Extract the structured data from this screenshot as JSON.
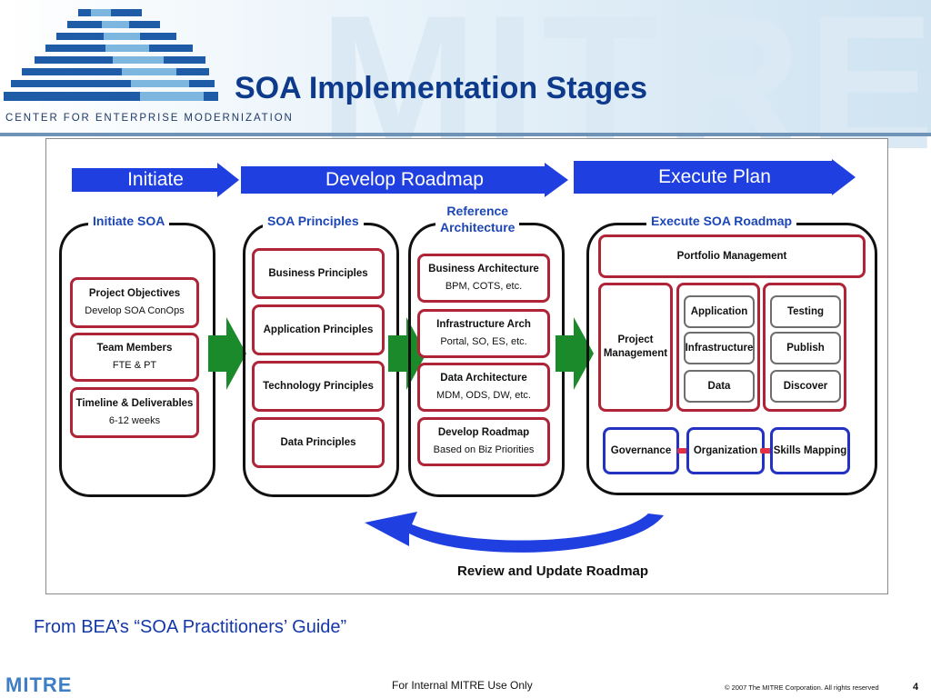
{
  "header": {
    "watermark": "MITRE",
    "org_name": "CENTER FOR ENTERPRISE MODERNIZATION",
    "title": "SOA Implementation Stages",
    "brand_color": "#0e3a8c"
  },
  "diagram": {
    "banners": [
      "Initiate",
      "Develop Roadmap",
      "Execute Plan"
    ],
    "initiate": {
      "title": "Initiate SOA",
      "boxes": [
        {
          "label": "Project Objectives",
          "sub": "Develop SOA ConOps"
        },
        {
          "label": "Team Members",
          "sub": "FTE & PT"
        },
        {
          "label": "Timeline & Deliverables",
          "sub": "6-12 weeks"
        }
      ]
    },
    "principles": {
      "title": "SOA Principles",
      "boxes": [
        "Business Principles",
        "Application Principles",
        "Technology Principles",
        "Data Principles"
      ]
    },
    "reference": {
      "title_line1": "Reference",
      "title_line2": "Architecture",
      "boxes": [
        {
          "label": "Business Architecture",
          "sub": "BPM, COTS, etc."
        },
        {
          "label": "Infrastructure Arch",
          "sub": "Portal, SO, ES, etc."
        },
        {
          "label": "Data Architecture",
          "sub": "MDM, ODS, DW, etc."
        },
        {
          "label": "Develop Roadmap",
          "sub": "Based on Biz Priorities"
        }
      ]
    },
    "execute": {
      "title": "Execute SOA Roadmap",
      "portfolio": "Portfolio Management",
      "project_line1": "Project",
      "project_line2": "Management",
      "column1": [
        "Application",
        "Infrastructure",
        "Data"
      ],
      "column2": [
        "Testing",
        "Publish",
        "Discover"
      ],
      "bottom": [
        "Governance",
        "Organization",
        "Skills Mapping"
      ]
    },
    "review": "Review and Update Roadmap",
    "colors": {
      "banner": "#1f3fe0",
      "box_border": "#b02438",
      "blue_border": "#2233c4",
      "green_arrow": "#1a8a2a",
      "title_blue": "#1d47b6"
    }
  },
  "source": "From BEA’s “SOA Practitioners’ Guide”",
  "footer": {
    "logo": "MITRE",
    "center": "For Internal MITRE Use Only",
    "copyright": "© 2007 The MITRE Corporation. All rights reserved",
    "page": "4"
  }
}
